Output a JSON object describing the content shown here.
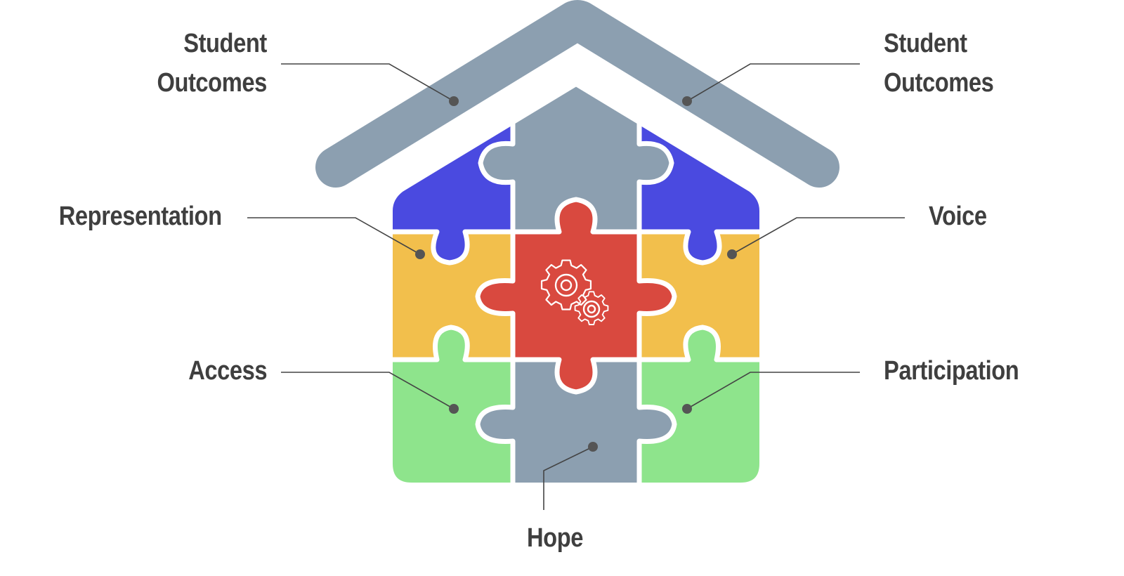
{
  "labels": {
    "roof_left": "Student\nOutcomes",
    "roof_right": "Student\nOutcomes",
    "representation": "Representation",
    "voice": "Voice",
    "access": "Access",
    "participation": "Participation",
    "hope": "Hope"
  },
  "icons": {
    "center_piece": "gears-icon"
  },
  "colors": {
    "roof": "#8c9fb0",
    "spine": "#8c9fb0",
    "blue": "#4a4ae0",
    "yellow": "#f2bf4c",
    "red": "#d9493f",
    "green": "#8ee48c",
    "text": "#3f3f3f",
    "leader": "#444444"
  }
}
